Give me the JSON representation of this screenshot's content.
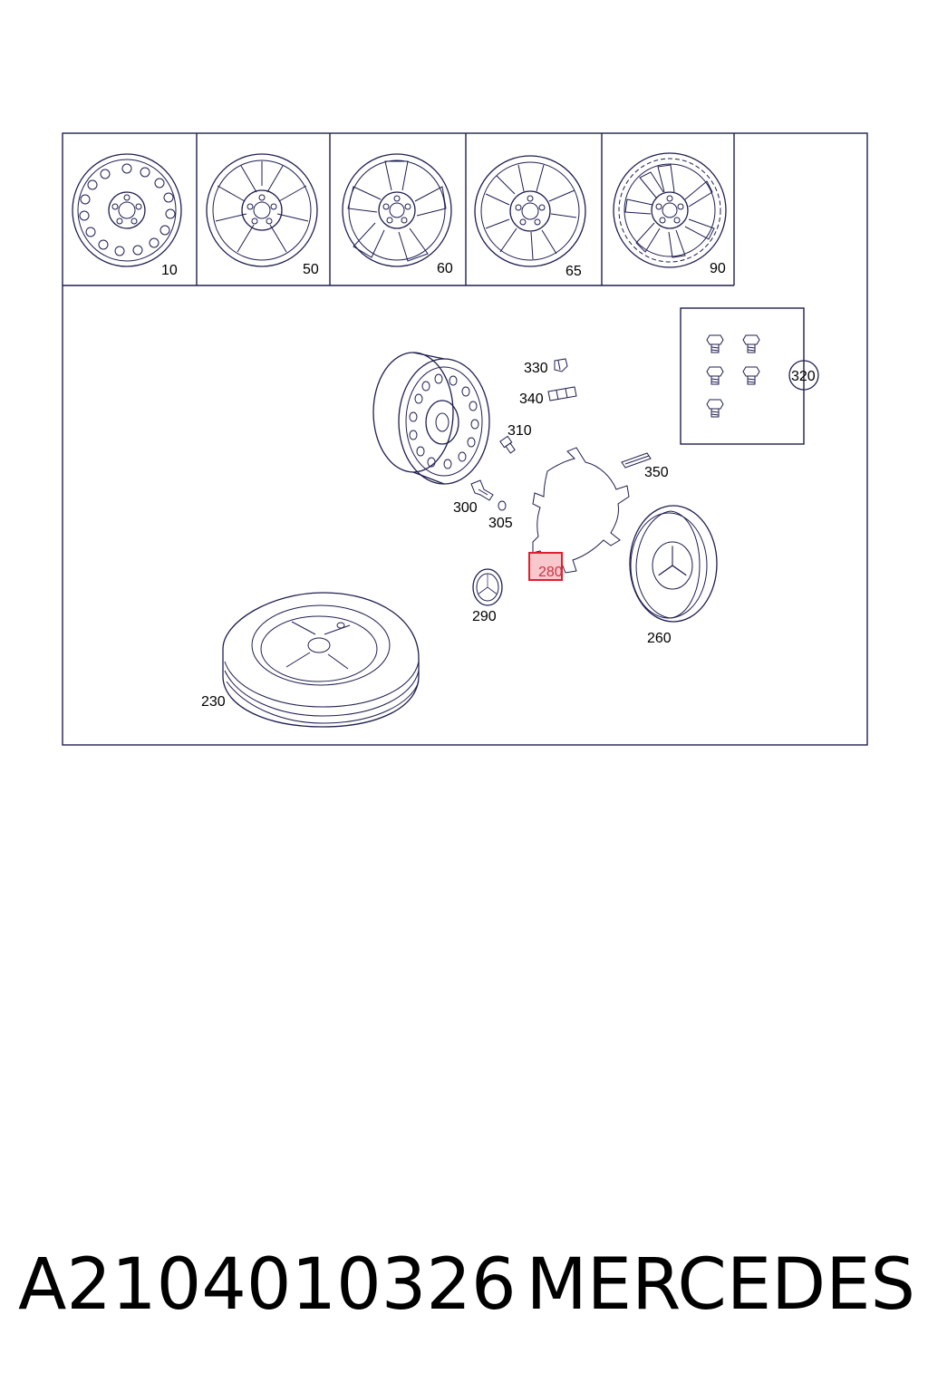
{
  "diagram": {
    "thumbnail_labels": [
      "10",
      "50",
      "60",
      "65",
      "90"
    ],
    "callouts": {
      "p330": "330",
      "p340": "340",
      "p310": "310",
      "p350": "350",
      "p300": "300",
      "p305": "305",
      "p280": "280",
      "p290": "290",
      "p260": "260",
      "p230": "230",
      "p320": "320"
    },
    "highlighted_callout": "280",
    "colors": {
      "line": "#1e1e50",
      "highlight_border": "#e02030",
      "highlight_fill": "#f8c8cc"
    }
  },
  "footer": {
    "part_number": "A2104010326",
    "brand": "MERCEDES"
  }
}
